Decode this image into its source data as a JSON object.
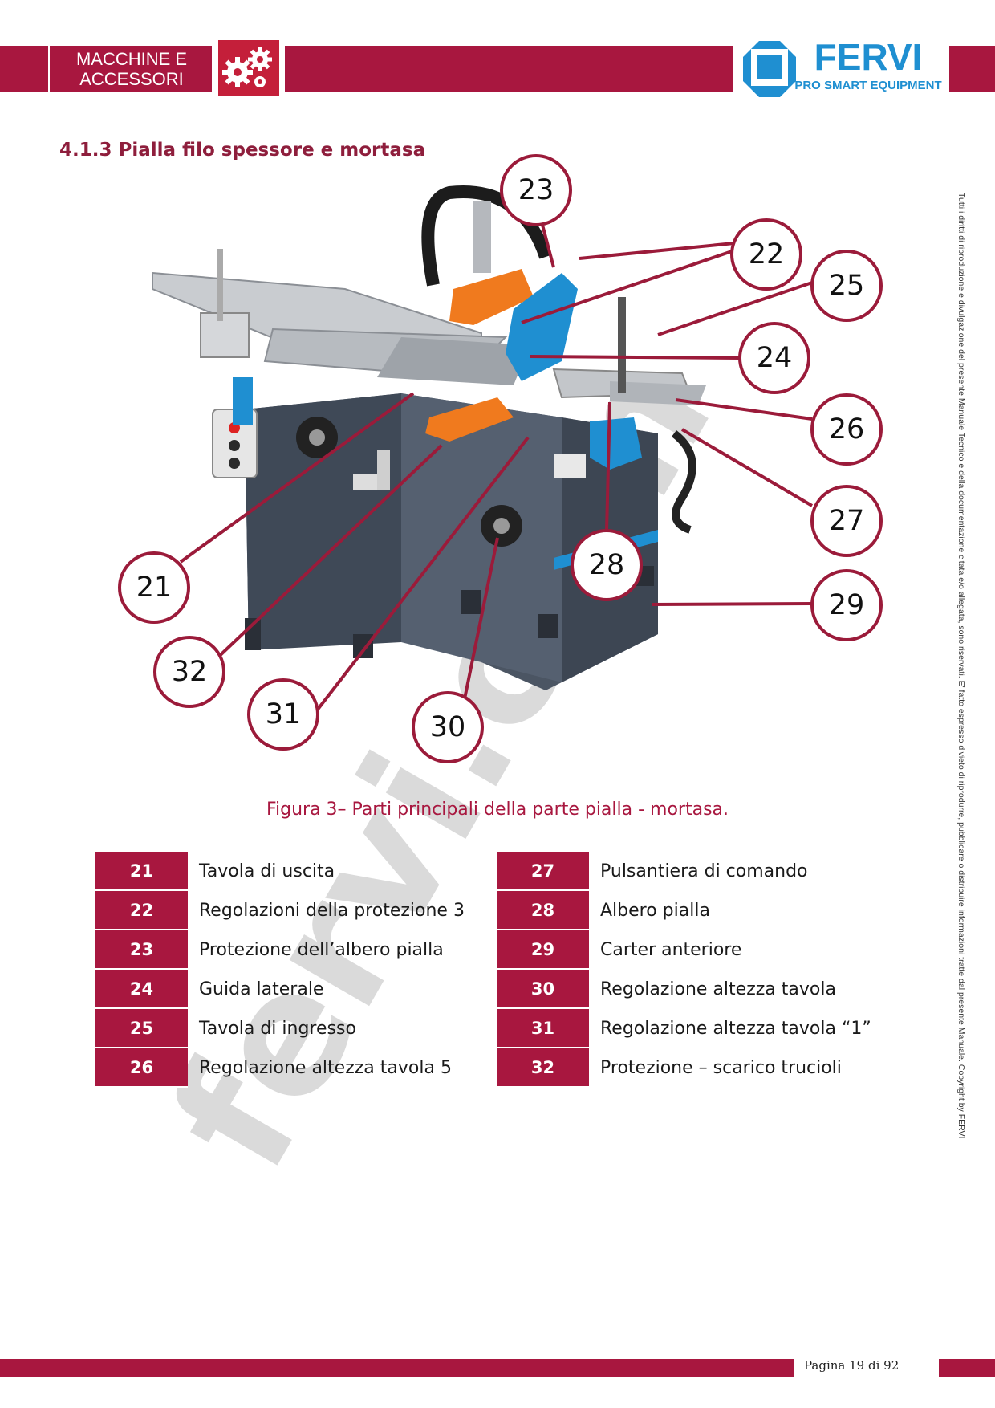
{
  "header": {
    "category_line1": "MACCHINE E",
    "category_line2": "ACCESSORI",
    "brand": "FERVI",
    "brand_tagline": "PRO SMART EQUIPMENT"
  },
  "section": {
    "title": "4.1.3 Pialla filo spessore e mortasa"
  },
  "figure": {
    "callouts": [
      "23",
      "22",
      "25",
      "24",
      "26",
      "27",
      "28",
      "29",
      "21",
      "32",
      "31",
      "30"
    ],
    "caption": "Figura 3– Parti principali della parte pialla - mortasa."
  },
  "parts_left": [
    {
      "num": "21",
      "label": "Tavola di uscita"
    },
    {
      "num": "22",
      "label": "Regolazioni della protezione 3"
    },
    {
      "num": "23",
      "label": "Protezione dell’albero pialla"
    },
    {
      "num": "24",
      "label": "Guida laterale"
    },
    {
      "num": "25",
      "label": "Tavola di ingresso"
    },
    {
      "num": "26",
      "label": "Regolazione altezza tavola 5"
    }
  ],
  "parts_right": [
    {
      "num": "27",
      "label": "Pulsantiera di comando"
    },
    {
      "num": "28",
      "label": "Albero pialla"
    },
    {
      "num": "29",
      "label": "Carter anteriore"
    },
    {
      "num": "30",
      "label": "Regolazione altezza tavola"
    },
    {
      "num": "31",
      "label": "Regolazione altezza tavola “1”"
    },
    {
      "num": "32",
      "label": "Protezione – scarico trucioli"
    }
  ],
  "side_note": "Tutti i diritti di riproduzione e divulgazione del presente Manuale Tecnico e della documentazione citata e/o allegata, sono riservati. E' fatto espresso divieto di riprodurre, pubblicare o distribuire informazioni tratte dal presente Manuale. Copyright by FERVI",
  "watermark": "fervi.com",
  "footer": {
    "page_label": "Pagina 19 di 92"
  },
  "colors": {
    "brand_red": "#a8173f",
    "brand_blue": "#1f8fd1",
    "machine_grey": "#4a5563",
    "accent_orange": "#f07a1e"
  }
}
